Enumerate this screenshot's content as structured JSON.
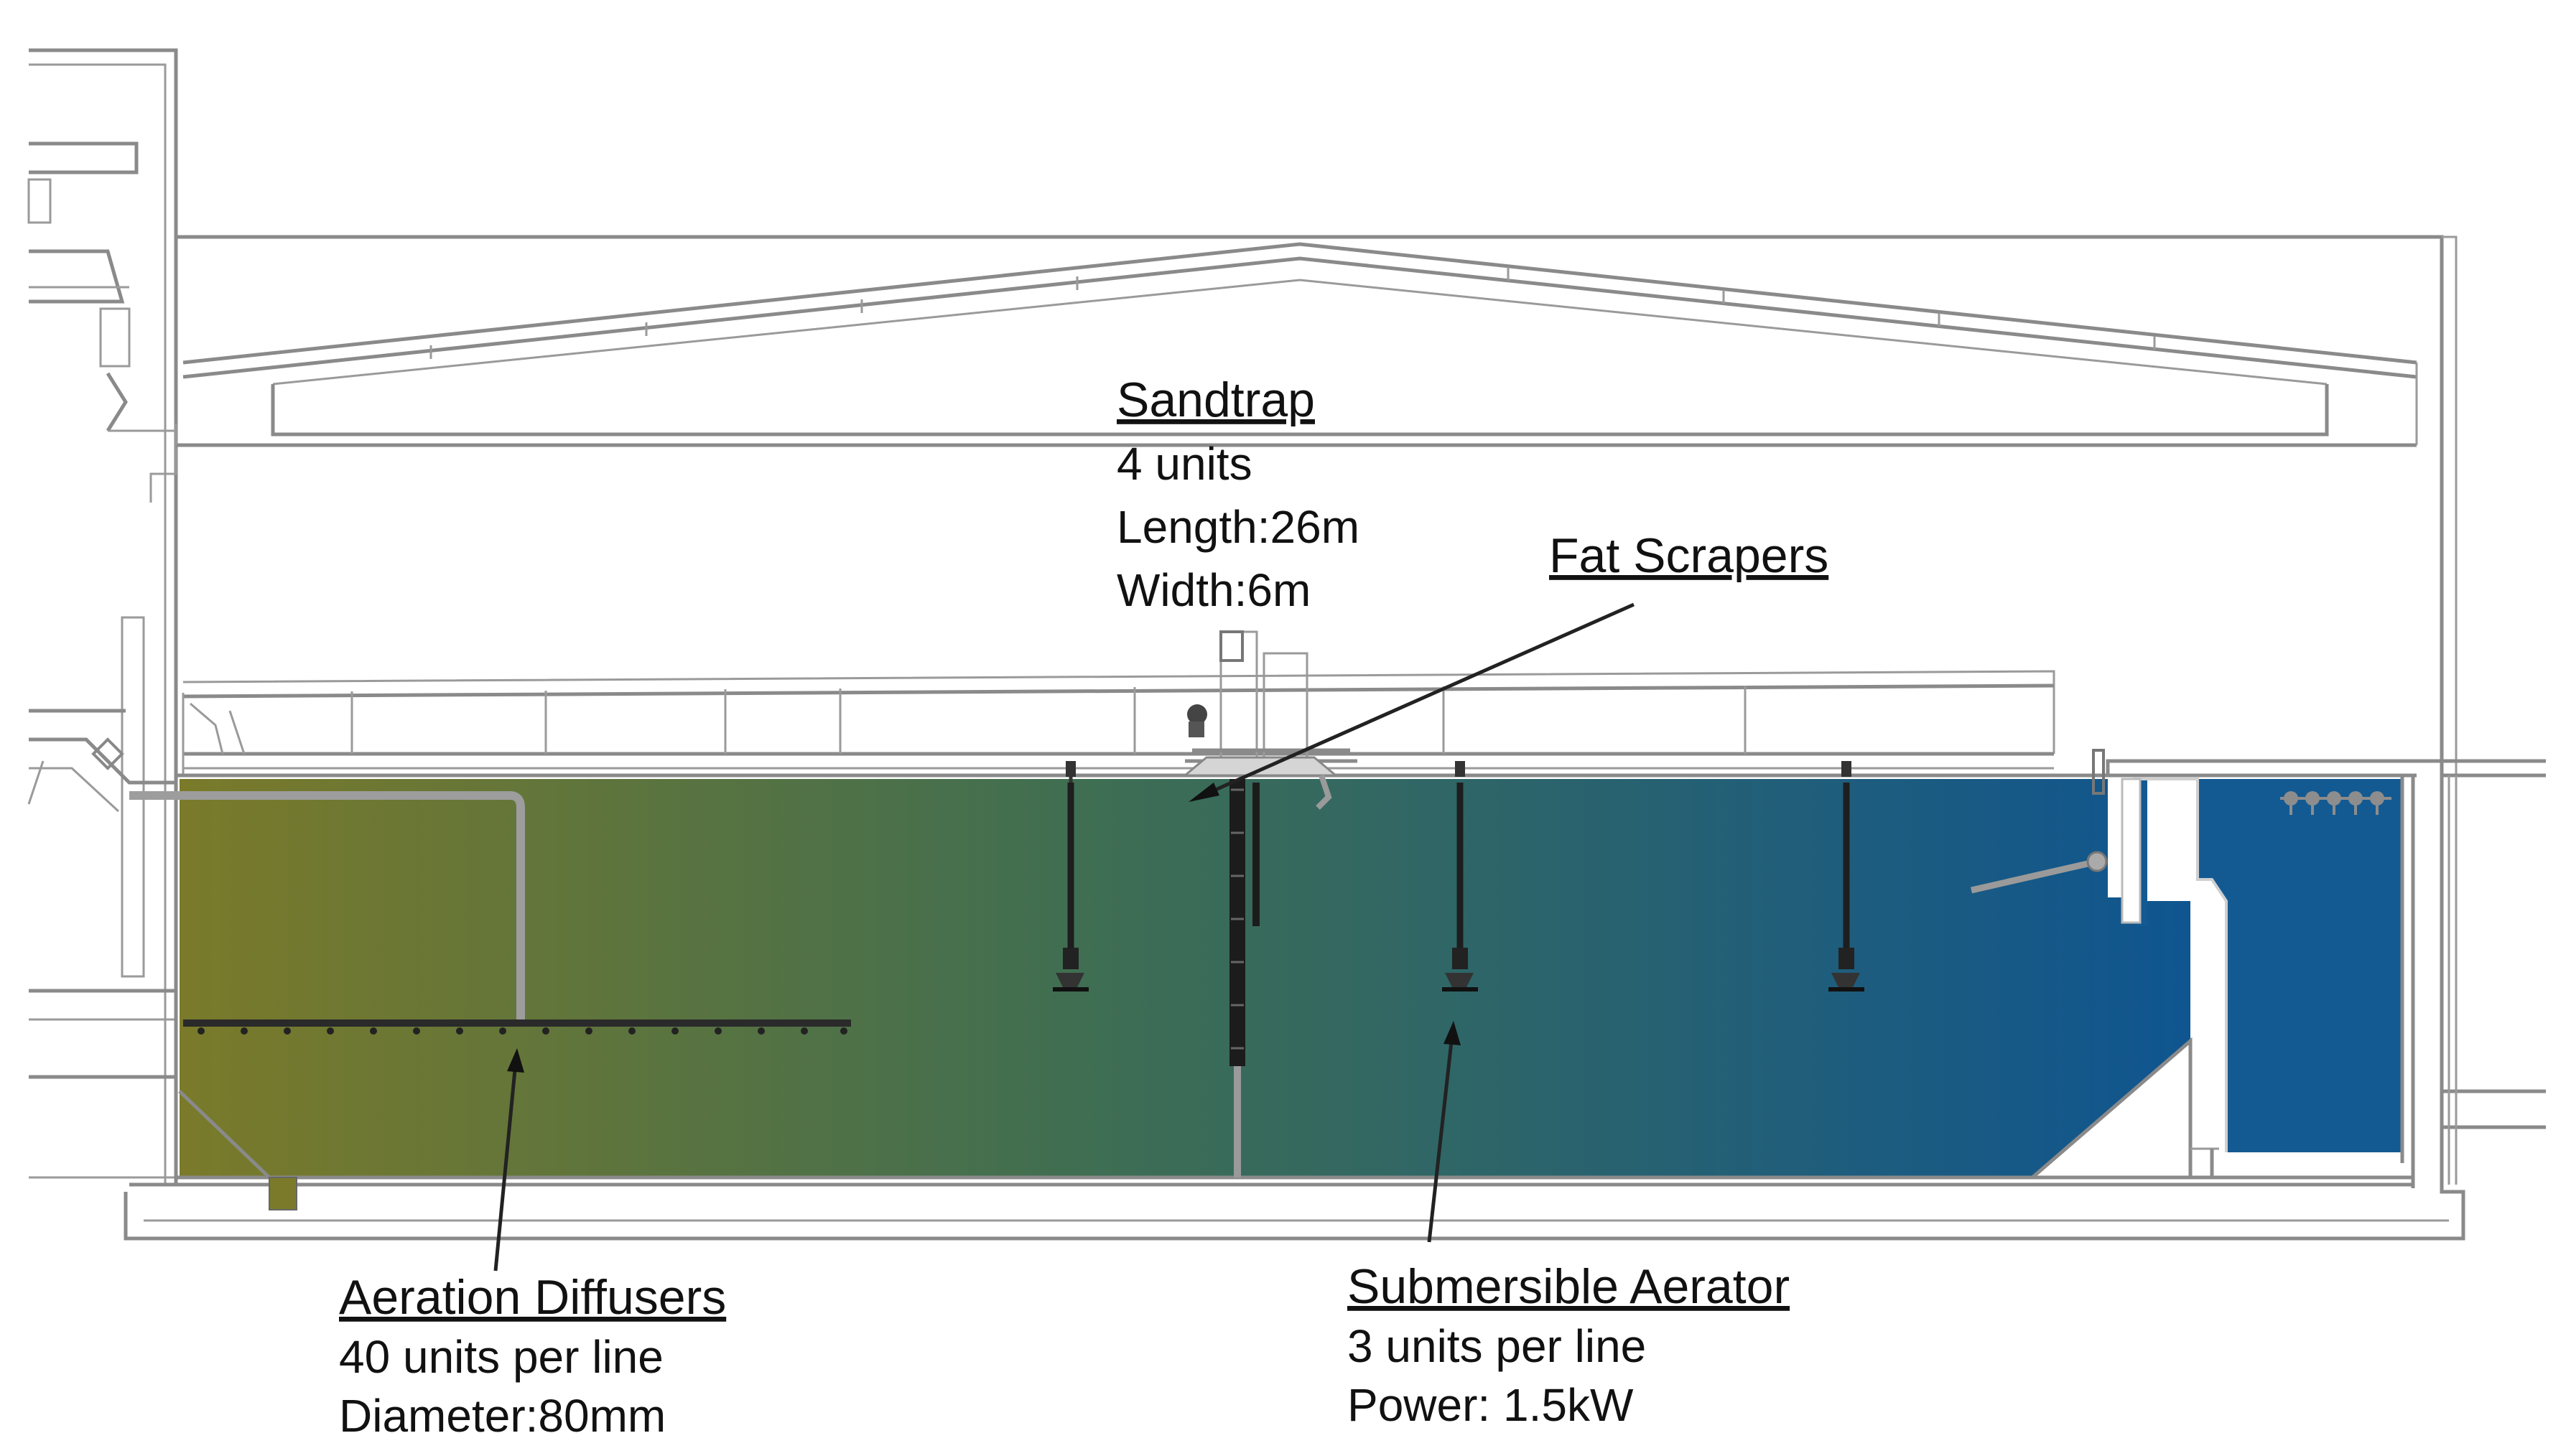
{
  "labels": {
    "sandtrap": {
      "title": "Sandtrap",
      "line1": "4 units",
      "line2": "Length:26m",
      "line3": "Width:6m"
    },
    "fat_scrapers": {
      "title": "Fat Scrapers"
    },
    "aeration_diffusers": {
      "title": "Aeration Diffusers",
      "line1": "40 units per line",
      "line2": "Diameter:80mm"
    },
    "submersible_aerator": {
      "title": "Submersible Aerator",
      "line1": "3 units per line",
      "line2": "Power: 1.5kW"
    }
  },
  "colors": {
    "tank_left": "#7a7a2a",
    "tank_mid": "#3f6e52",
    "tank_right": "#0f5590",
    "structure": "#8a8a8a"
  }
}
